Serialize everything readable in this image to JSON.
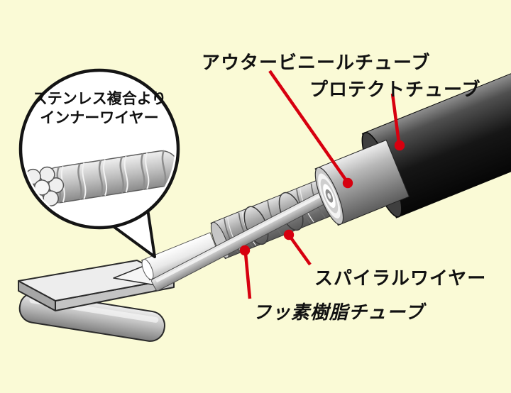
{
  "colors": {
    "background": "#FAFAD6",
    "callout_red": "#D7000F",
    "label_text": "#111111"
  },
  "labels": {
    "outer_vinyl_tube": "アウタービニールチューブ",
    "protect_tube": "プロテクトチューブ",
    "inner_wire_magnified": "ステンレス複合より\nインナーワイヤー",
    "spiral_wire": "スパイラルワイヤー",
    "fluororesin_tube": "フッ素樹脂チューブ"
  }
}
